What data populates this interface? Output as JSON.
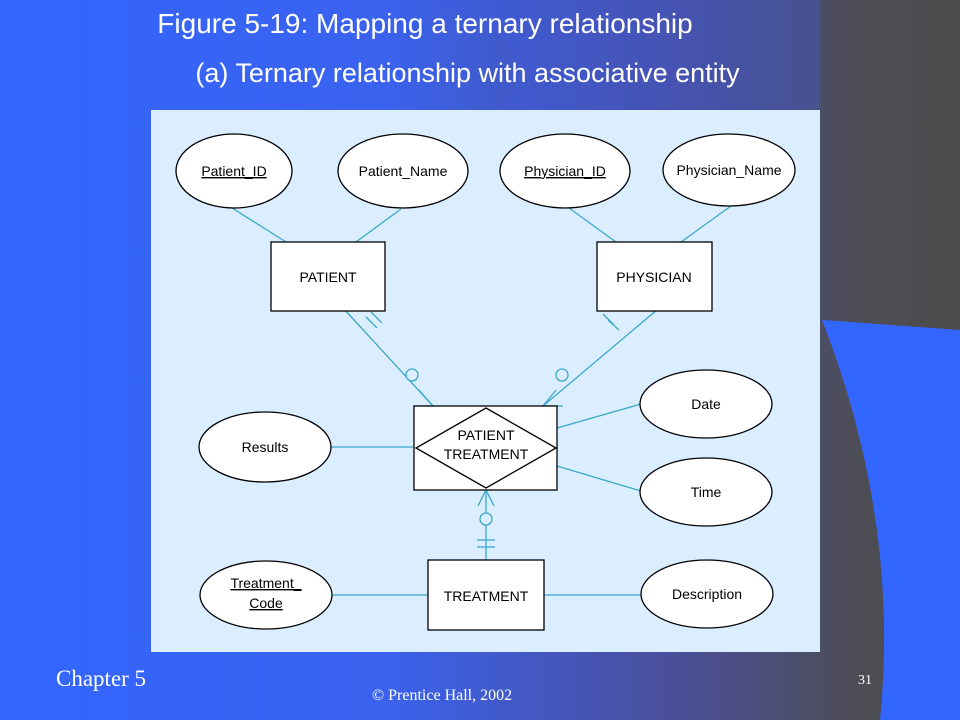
{
  "slide": {
    "title": "Figure 5-19: Mapping a ternary relationship",
    "subtitle": "(a) Ternary relationship with associative entity",
    "chapter": "Chapter 5",
    "copyright": "© Prentice Hall, 2002",
    "page_number": "31"
  },
  "colors": {
    "background_left": "#3366ff",
    "background_right": "#4d4d4d",
    "panel": "#dbeeff",
    "line": "#3aa8c8"
  },
  "diagram": {
    "attributes": {
      "patient_id": "Patient_ID",
      "patient_name": "Patient_Name",
      "physician_id": "Physician_ID",
      "physician_name": "Physician_Name",
      "date": "Date",
      "time": "Time",
      "results": "Results",
      "treatment_code_line1": "Treatment_",
      "treatment_code_line2": "Code",
      "description": "Description"
    },
    "entities": {
      "patient": "PATIENT",
      "physician": "PHYSICIAN",
      "treatment": "TREATMENT"
    },
    "associative_entity": {
      "line1": "PATIENT",
      "line2": "TREATMENT"
    }
  }
}
